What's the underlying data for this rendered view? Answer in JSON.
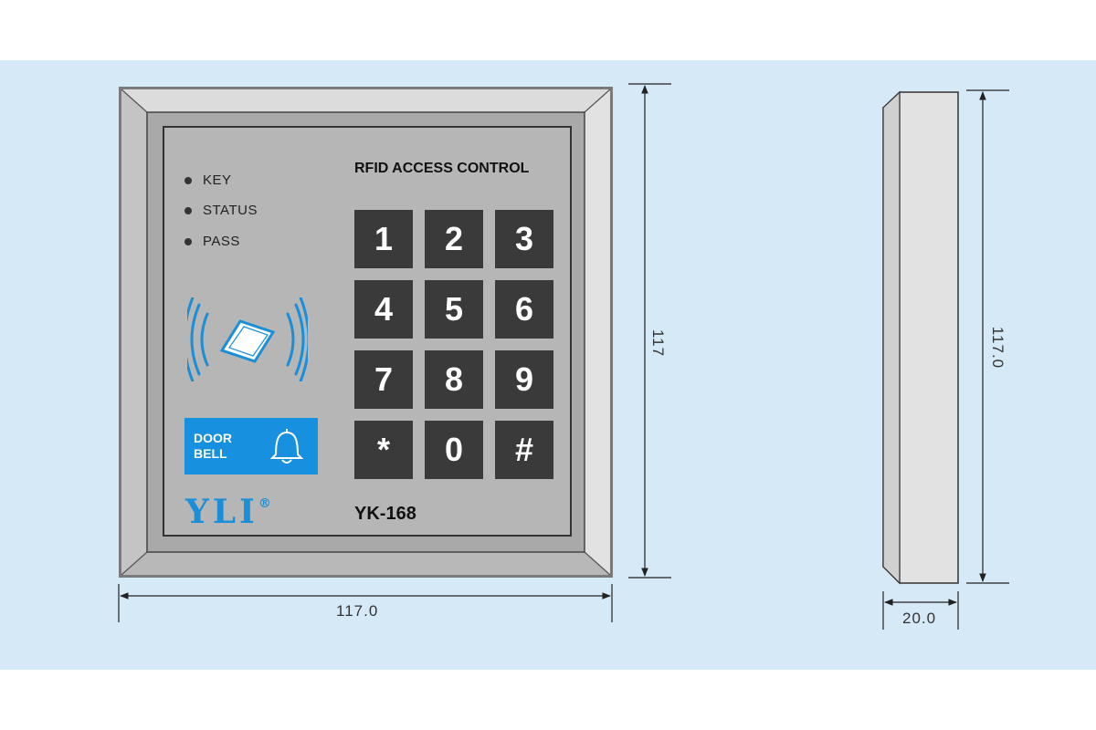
{
  "indicators": [
    "KEY",
    "STATUS",
    "PASS"
  ],
  "panel_title": "RFID ACCESS CONTROL",
  "keys": [
    "1",
    "2",
    "3",
    "4",
    "5",
    "6",
    "7",
    "8",
    "9",
    "*",
    "0",
    "#"
  ],
  "doorbell": {
    "line1": "DOOR",
    "line2": "BELL"
  },
  "logo": {
    "text": "YLI",
    "mark": "®"
  },
  "model": "YK-168",
  "dimensions": {
    "front_width": "117.0",
    "front_height": "117",
    "side_height": "117.0",
    "side_depth": "20.0"
  },
  "colors": {
    "background_band": "#d6e9f6",
    "frame": "#c8c8c8",
    "panel": "#b3b3b3",
    "key": "#3a3a3a",
    "accent_blue": "#1890e0"
  }
}
